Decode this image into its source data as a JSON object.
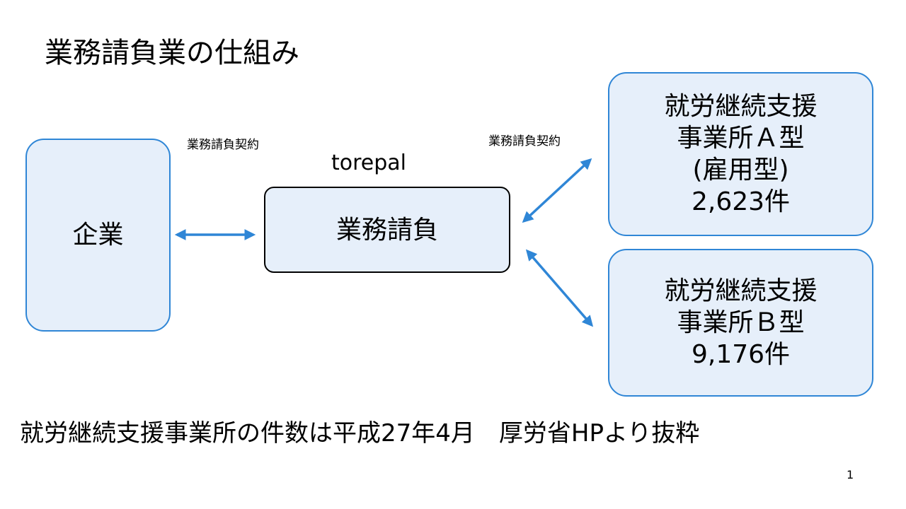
{
  "slide": {
    "title": "業務請負業の仕組み",
    "brand": "torepal",
    "contract_left": "業務請負契約",
    "contract_right": "業務請負契約",
    "company_box": {
      "label": "企業"
    },
    "center_box": {
      "label": "業務請負"
    },
    "box_a": {
      "line1": "就労継続支援",
      "line2": "事業所Ａ型",
      "line3": "(雇用型)",
      "line4": "2,623件"
    },
    "box_b": {
      "line1": "就労継続支援",
      "line2": "事業所Ｂ型",
      "line3": "9,176件"
    },
    "footer_note": "就労継続支援事業所の件数は平成27年4月　厚労省HPより抜粋",
    "page_number": "1"
  },
  "colors": {
    "accent": "#2f86d6",
    "box_fill": "#e6effa",
    "text": "#000000"
  }
}
